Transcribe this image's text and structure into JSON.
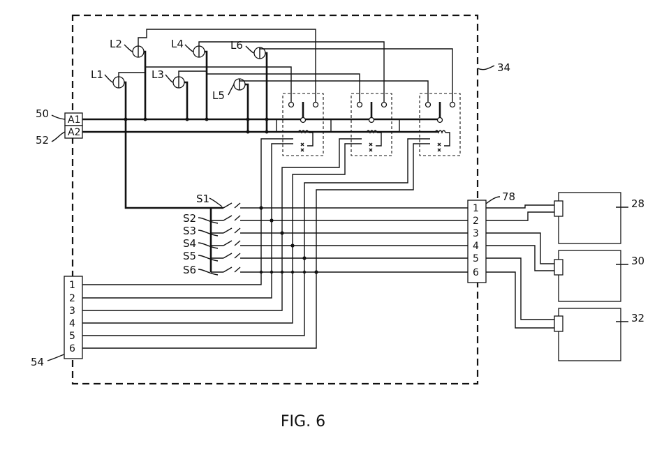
{
  "figure": {
    "caption": "FIG. 6",
    "enclosure_ref": "34",
    "bus_refs": {
      "a1_ref": "50",
      "a2_ref": "52"
    },
    "bus_terminals": {
      "a1": "A1",
      "a2": "A2"
    },
    "lamps": [
      "L1",
      "L2",
      "L3",
      "L4",
      "L5",
      "L6"
    ],
    "switches": [
      "S1",
      "S2",
      "S3",
      "S4",
      "S5",
      "S6"
    ],
    "left_connector": {
      "ref": "54",
      "pins": [
        "1",
        "2",
        "3",
        "4",
        "5",
        "6"
      ]
    },
    "right_connector": {
      "ref": "78",
      "pins": [
        "1",
        "2",
        "3",
        "4",
        "5",
        "6"
      ]
    },
    "devices": [
      "28",
      "30",
      "32"
    ]
  }
}
